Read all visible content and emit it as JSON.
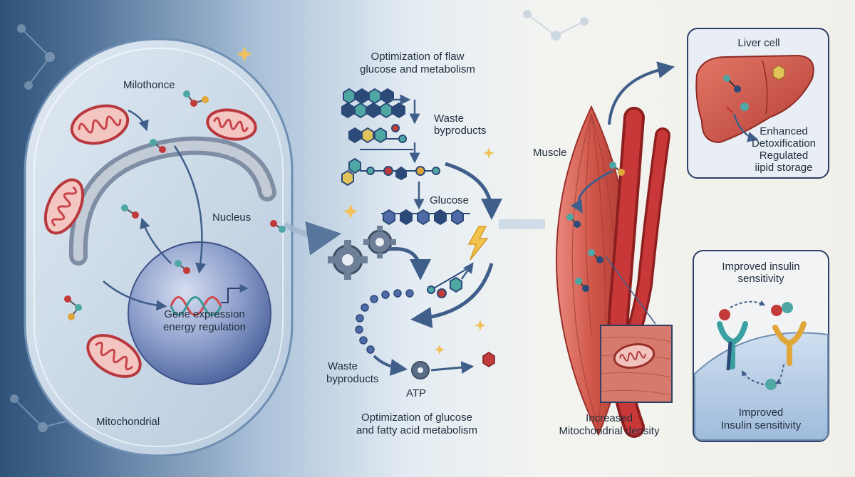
{
  "cell": {
    "molecule_label": "Milothonce",
    "nucleus_label": "Nucleus",
    "gene_line1": "Gene expression",
    "gene_line2": "energy regulation",
    "mito_label": "Mitochondrial"
  },
  "metabolism": {
    "title_line1": "Optimization of flaw",
    "title_line2": "glucose and metabolism",
    "waste_top_line1": "Waste",
    "waste_top_line2": "byproducts",
    "glucose_label": "Glucose",
    "waste_bottom_line1": "Waste",
    "waste_bottom_line2": "byproducts",
    "atp_label": "ATP",
    "bottom_line1": "Optimization of glucose",
    "bottom_line2": "and fatty acid metabolism"
  },
  "muscle": {
    "label": "Muscle",
    "density_line1": "Increased",
    "density_line2": "Mitochondrial density"
  },
  "liver": {
    "title": "Liver cell",
    "line1": "Enhanced",
    "line2": "Detoxification",
    "line3": "Regulated",
    "line4": "iipid storage"
  },
  "insulin": {
    "title_line1": "Improved insulin",
    "title_line2": "sensitivity",
    "bottom_line1": "Improved",
    "bottom_line2": "Insulin sensitivity"
  },
  "colors": {
    "mitochondria": "#c9444a",
    "nucleus": "#4f6aa6",
    "arrow": "#3f5f8a",
    "muscle": "#c94a43",
    "vessel": "#b22d2d",
    "teal_molecule": "#4fa7a3",
    "red_molecule": "#c23a3a",
    "gold_molecule": "#e0a63a"
  }
}
